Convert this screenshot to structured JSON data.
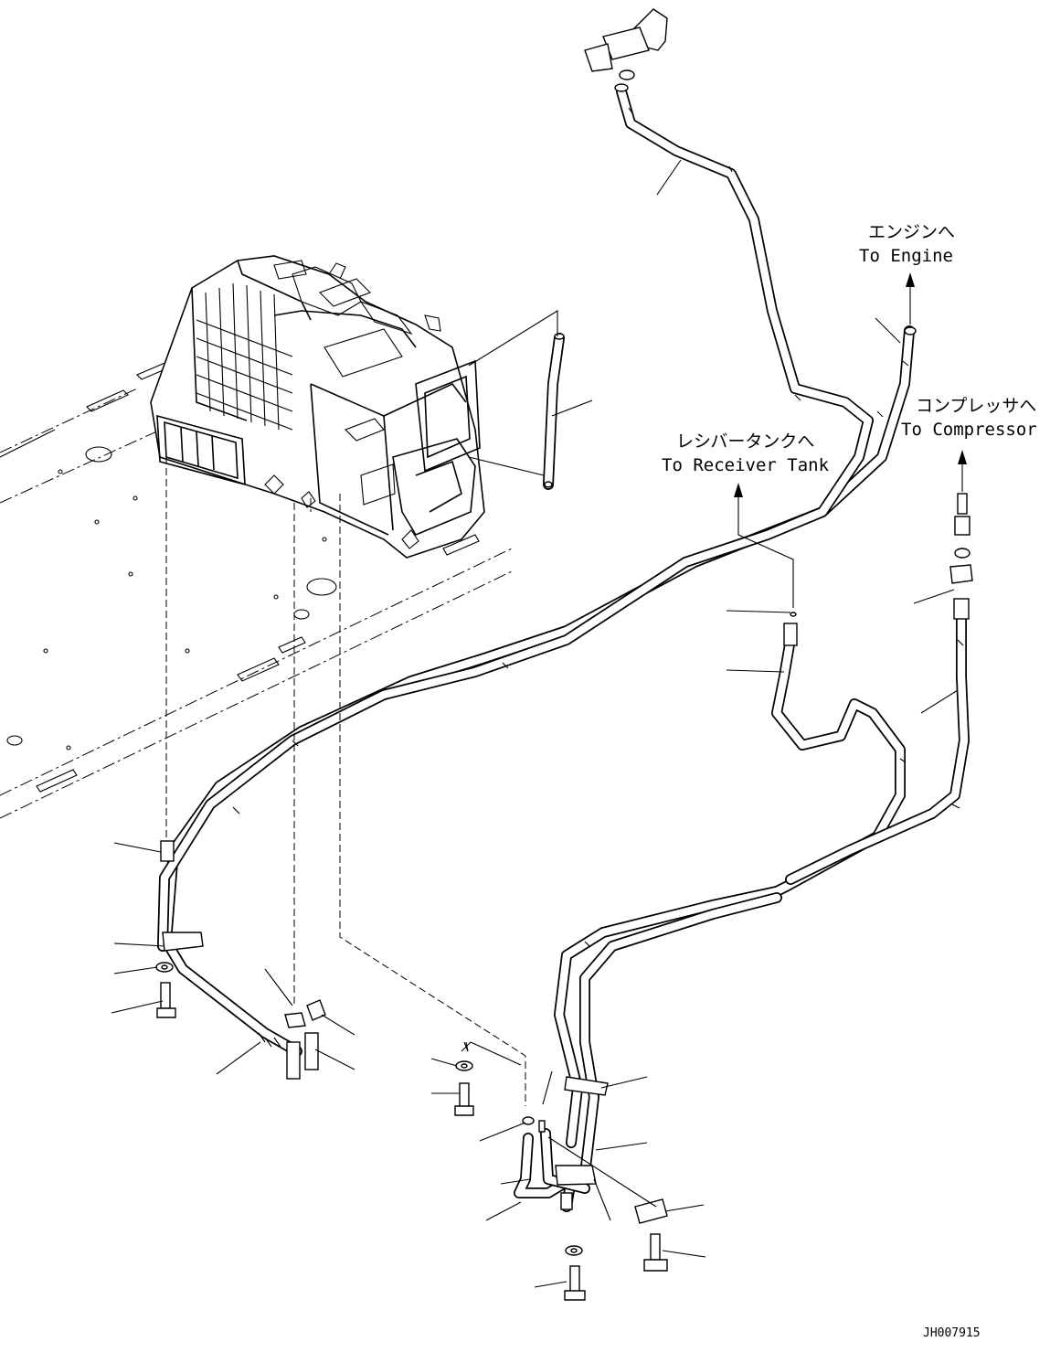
{
  "labels": {
    "engine_jp": "エンジンへ",
    "engine_en": "To Engine",
    "compressor_jp": "コンプレッサへ",
    "compressor_en": "To Compressor",
    "receiver_jp": "レシバータンクへ",
    "receiver_en": "To Receiver Tank"
  },
  "drawing_code": "JH007915"
}
